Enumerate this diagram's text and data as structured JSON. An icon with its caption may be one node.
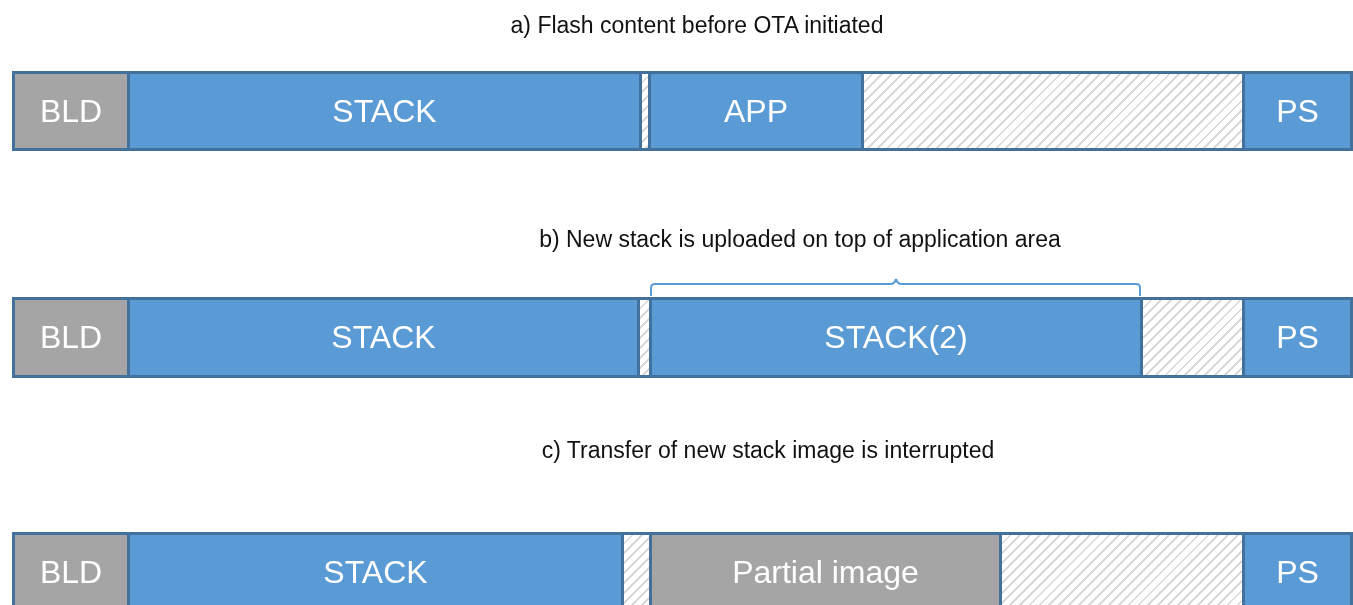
{
  "diagram": {
    "nodes": [
      {
        "text": [
          "BLD"
        ]
      },
      {
        "text": [
          "STACK"
        ]
      },
      {
        "text": [],
        "shape": "box"
      },
      {
        "text": [
          "APP"
        ]
      },
      {
        "text": [],
        "shape": "box"
      },
      {
        "text": [
          "PS"
        ]
      },
      {
        "text": [
          "BLD"
        ]
      },
      {
        "text": [
          "STACK"
        ]
      },
      {
        "text": [],
        "shape": "box"
      },
      {
        "text": [
          "STACK(2)"
        ]
      },
      {
        "text": [],
        "shape": "box"
      },
      {
        "text": [
          "PS"
        ]
      },
      {
        "text": [
          "BLD"
        ]
      },
      {
        "text": [
          "STACK"
        ]
      },
      {
        "text": [],
        "shape": "box"
      },
      {
        "text": [
          "Partial image"
        ]
      },
      {
        "text": [],
        "shape": "box"
      },
      {
        "text": [
          "PS"
        ]
      }
    ],
    "labels": [
      "a) Flash content before OTA initiated",
      "b) New stack is uploaded on top of application area",
      "c) Transfer of new stack image is interrupted"
    ]
  }
}
